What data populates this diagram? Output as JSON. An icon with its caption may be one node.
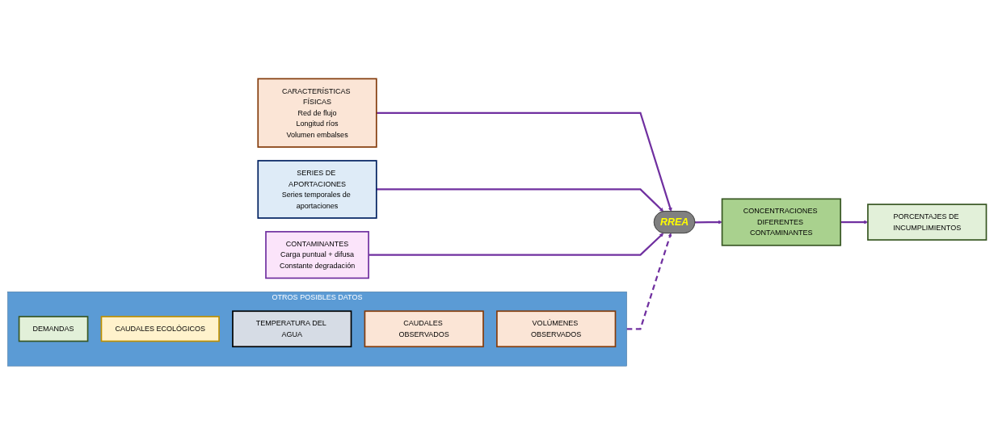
{
  "diagram": {
    "nodes": [
      {
        "text": [
          "CARACTERÍSTICAS FÍSICAS",
          "Red de flujo",
          "Longitud ríos",
          "Volumen embalses"
        ]
      },
      {
        "text": [
          "SERIES DE APORTACIONES",
          "Series temporales de aportaciones"
        ]
      },
      {
        "text": [
          "CONTAMINANTES",
          "Carga puntual + difusa",
          "Constante degradación"
        ]
      },
      {
        "text": [
          "OTROS POSIBLES DATOS"
        ]
      },
      {
        "text": [
          "DEMANDAS"
        ],
        "in": 3
      },
      {
        "text": [
          "CAUDALES ECOLÓGICOS"
        ],
        "in": 3
      },
      {
        "text": [
          "TEMPERATURA DEL AGUA"
        ],
        "in": 3
      },
      {
        "text": [
          "CAUDALES OBSERVADOS"
        ],
        "in": 3
      },
      {
        "text": [
          "VOLÚMENES OBSERVADOS"
        ],
        "in": 3
      },
      {
        "text": [
          "RREA"
        ]
      },
      {
        "text": [
          "CONCENTRACIONES DIFERENTES CONTAMINANTES"
        ]
      },
      {
        "text": [
          "PORCENTAJES DE INCUMPLIMIENTOS"
        ]
      }
    ],
    "edges": [
      {
        "from": 0,
        "to": 9,
        "arrow": "to"
      },
      {
        "from": 1,
        "to": 9,
        "arrow": "to"
      },
      {
        "from": 2,
        "to": 9,
        "arrow": "to"
      },
      {
        "from": 3,
        "to": 9,
        "arrow": "to",
        "style": "dashed"
      },
      {
        "from": 9,
        "to": 10,
        "arrow": "to"
      },
      {
        "from": 10,
        "to": 11,
        "arrow": "to"
      }
    ]
  }
}
